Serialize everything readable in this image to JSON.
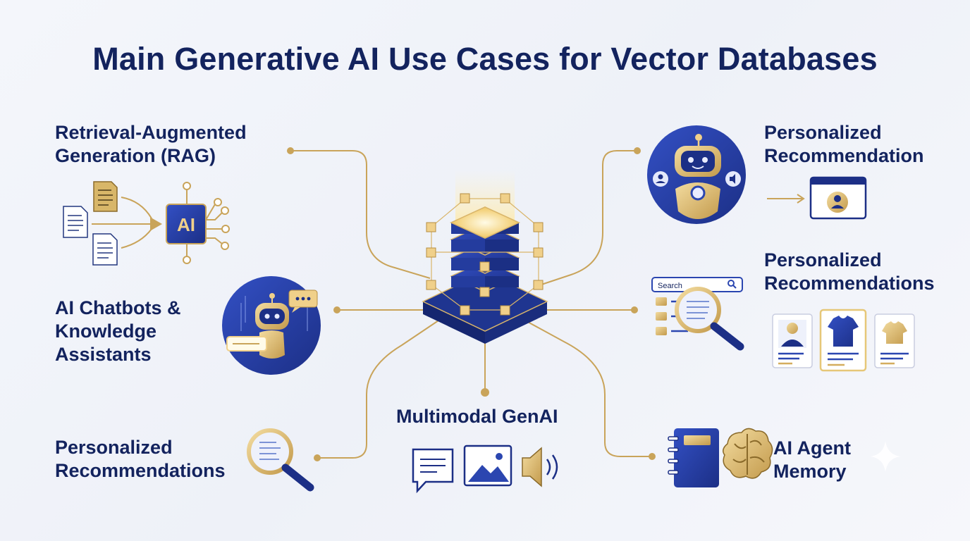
{
  "title": "Main Generative AI Use Cases for Vector Databases",
  "rag": {
    "line1": "Retrieval-Augmented",
    "line2": "Generation (RAG)",
    "chip": "AI"
  },
  "chatbots": {
    "line1": "AI Chatbots &",
    "line2": "Knowledge",
    "line3": "Assistants"
  },
  "reco_bottom_left": {
    "line1": "Personalized",
    "line2": "Recommendations"
  },
  "multimodal": {
    "label": "Multimodal GenAI"
  },
  "reco_top_right": {
    "line1": "Personalized",
    "line2": "Recommendation"
  },
  "reco_mid_right": {
    "line1": "Personalized",
    "line2": "Recommendations",
    "search_placeholder": "Search"
  },
  "agent_memory": {
    "line1": "AI Agent",
    "line2": "Memory"
  },
  "colors": {
    "navy": "#13235e",
    "blue": "#2b46b0",
    "gold": "#d4ad5e",
    "background": "#f1f3f9"
  }
}
